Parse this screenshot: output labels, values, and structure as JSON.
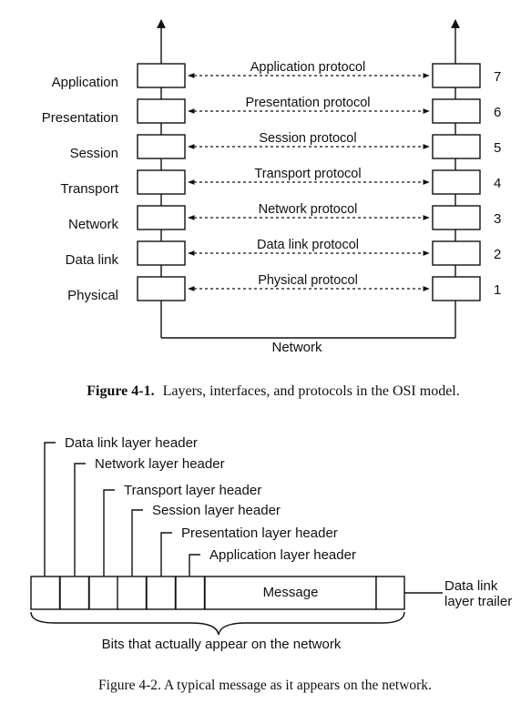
{
  "figure1": {
    "layers": [
      {
        "name": "Application",
        "number": "7",
        "protocol": "Application protocol"
      },
      {
        "name": "Presentation",
        "number": "6",
        "protocol": "Presentation protocol"
      },
      {
        "name": "Session",
        "number": "5",
        "protocol": "Session protocol"
      },
      {
        "name": "Transport",
        "number": "4",
        "protocol": "Transport protocol"
      },
      {
        "name": "Network",
        "number": "3",
        "protocol": "Network protocol"
      },
      {
        "name": "Data link",
        "number": "2",
        "protocol": "Data link protocol"
      },
      {
        "name": "Physical",
        "number": "1",
        "protocol": "Physical protocol"
      }
    ],
    "bottom_label": "Network",
    "caption_number": "Figure 4-1.",
    "caption_text": "Layers, interfaces, and protocols in the OSI model."
  },
  "figure2": {
    "headers": [
      "Data link layer header",
      "Network layer header",
      "Transport layer header",
      "Session layer header",
      "Presentation layer header",
      "Application layer header"
    ],
    "message_label": "Message",
    "trailer_label_line1": "Data link",
    "trailer_label_line2": "layer trailer",
    "brace_label": "Bits that actually appear on the network",
    "caption": "Figure  4-2.  A typical  message  as it appears  on the network."
  }
}
